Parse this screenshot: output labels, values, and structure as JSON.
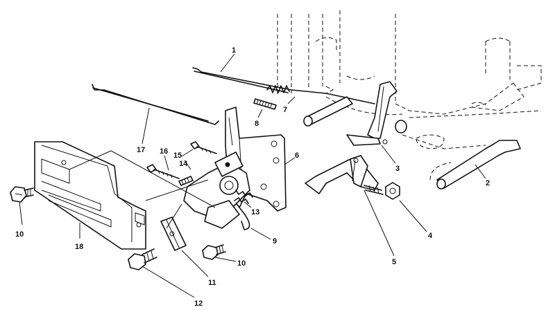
{
  "diagram": {
    "callouts": [
      {
        "id": "c1",
        "text": "1"
      },
      {
        "id": "c2",
        "text": "2"
      },
      {
        "id": "c3",
        "text": "3"
      },
      {
        "id": "c4",
        "text": "4"
      },
      {
        "id": "c5",
        "text": "5"
      },
      {
        "id": "c6",
        "text": "6"
      },
      {
        "id": "c7",
        "text": "7"
      },
      {
        "id": "c8",
        "text": "8"
      },
      {
        "id": "c9",
        "text": "9"
      },
      {
        "id": "c10a",
        "text": "10"
      },
      {
        "id": "c10b",
        "text": "10"
      },
      {
        "id": "c11",
        "text": "11"
      },
      {
        "id": "c12",
        "text": "12"
      },
      {
        "id": "c13",
        "text": "13"
      },
      {
        "id": "c14",
        "text": "14"
      },
      {
        "id": "c15",
        "text": "15"
      },
      {
        "id": "c16",
        "text": "16"
      },
      {
        "id": "c17",
        "text": "17"
      },
      {
        "id": "c18",
        "text": "18"
      }
    ]
  }
}
